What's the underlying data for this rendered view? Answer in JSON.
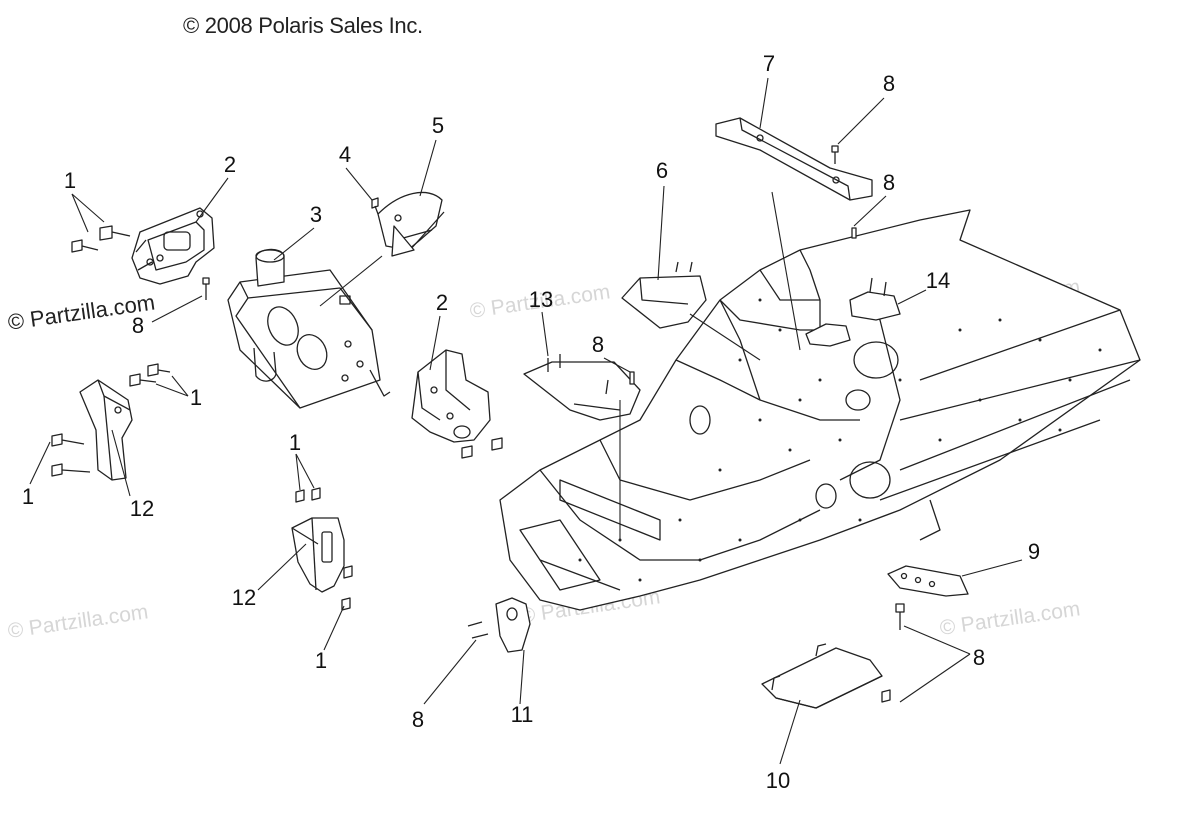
{
  "copyright": "© 2008 Polaris Sales Inc.",
  "watermark": "© Partzilla.com",
  "callouts": [
    {
      "id": "c1a",
      "label": "1"
    },
    {
      "id": "c1b",
      "label": "1"
    },
    {
      "id": "c1c",
      "label": "1"
    },
    {
      "id": "c1d",
      "label": "1"
    },
    {
      "id": "c1e",
      "label": "1"
    },
    {
      "id": "c2a",
      "label": "2"
    },
    {
      "id": "c2b",
      "label": "2"
    },
    {
      "id": "c3",
      "label": "3"
    },
    {
      "id": "c4",
      "label": "4"
    },
    {
      "id": "c5",
      "label": "5"
    },
    {
      "id": "c6",
      "label": "6"
    },
    {
      "id": "c7",
      "label": "7"
    },
    {
      "id": "c8a",
      "label": "8"
    },
    {
      "id": "c8b",
      "label": "8"
    },
    {
      "id": "c8c",
      "label": "8"
    },
    {
      "id": "c8d",
      "label": "8"
    },
    {
      "id": "c8e",
      "label": "8"
    },
    {
      "id": "c8f",
      "label": "8"
    },
    {
      "id": "c9",
      "label": "9"
    },
    {
      "id": "c10",
      "label": "10"
    },
    {
      "id": "c11",
      "label": "11"
    },
    {
      "id": "c12a",
      "label": "12"
    },
    {
      "id": "c12b",
      "label": "12"
    },
    {
      "id": "c13",
      "label": "13"
    },
    {
      "id": "c14",
      "label": "14"
    }
  ],
  "colors": {
    "line": "#222222",
    "watermark": "#d6d6d6"
  }
}
